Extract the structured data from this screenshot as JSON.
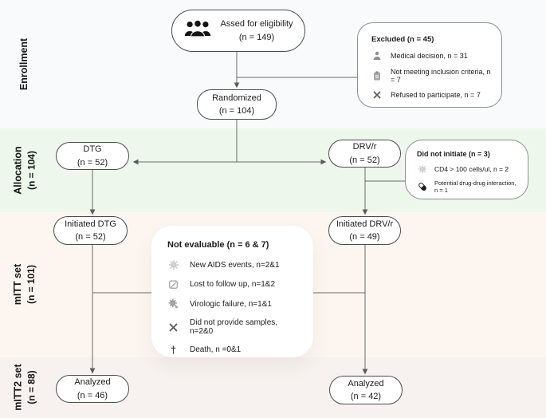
{
  "colors": {
    "band_enrollment": "#f9fafb",
    "band_allocation": "#edf7eb",
    "band_mitt": "#fdf6f0",
    "band_mitt2": "#f7f2ef",
    "node_border": "#4c4c4c",
    "wire": "#666666",
    "text": "#1c1c1e"
  },
  "sections": {
    "enrollment": {
      "label": "Enrollment",
      "sublabel": ""
    },
    "allocation": {
      "label": "Allocation",
      "sublabel": "(n = 104)"
    },
    "mitt": {
      "label": "mITT set",
      "sublabel": "(n = 101)"
    },
    "mitt2": {
      "label": "mITT2 set",
      "sublabel": "(n = 88)"
    }
  },
  "nodes": {
    "assessed": {
      "line1": "Assed for eligibility",
      "line2": "(n = 149)",
      "icon": "people-icon"
    },
    "randomized": {
      "line1": "Randomized",
      "line2": "(n = 104)"
    },
    "dtg": {
      "line1": "DTG",
      "line2": "(n = 52)"
    },
    "drvr": {
      "line1": "DRV/r",
      "line2": "(n = 52)"
    },
    "initiated_dtg": {
      "line1": "Initiated DTG",
      "line2": "(n = 52)"
    },
    "initiated_drvr": {
      "line1": "Initiated DRV/r",
      "line2": "(n = 49)"
    },
    "analyzed_dtg": {
      "line1": "Analyzed",
      "line2": "(n = 46)"
    },
    "analyzed_drvr": {
      "line1": "Analyzed",
      "line2": "(n = 42)"
    }
  },
  "callouts": {
    "excluded": {
      "title": "Excluded (n = 45)",
      "items": [
        {
          "icon": "person-icon",
          "text": "Medical decision, n = 31"
        },
        {
          "icon": "clipboard-icon",
          "text": "Not meeting inclusion criteria, n = 7"
        },
        {
          "icon": "x-icon",
          "text": "Refused to participate, n = 7"
        }
      ]
    },
    "did_not_initiate": {
      "title": "Did not initiate (n = 3)",
      "items": [
        {
          "icon": "virus-icon",
          "text": "CD4 > 100 cells/ul, n = 2"
        },
        {
          "icon": "pill-icon",
          "text": "Potential drug-drug interaction, n = 1"
        }
      ]
    },
    "not_evaluable": {
      "title": "Not evaluable (n = 6 & 7)",
      "items": [
        {
          "icon": "virus-icon",
          "text": "New AIDS events, n=2&1"
        },
        {
          "icon": "calendar-slash-icon",
          "text": "Lost to follow up, n=1&2"
        },
        {
          "icon": "virus-dark-icon",
          "text": "Virologic failure, n=1&1"
        },
        {
          "icon": "x-icon",
          "text": "Did not provide samples, n=2&0"
        },
        {
          "icon": "dagger-icon",
          "text": "Death, n =0&1"
        }
      ]
    }
  }
}
